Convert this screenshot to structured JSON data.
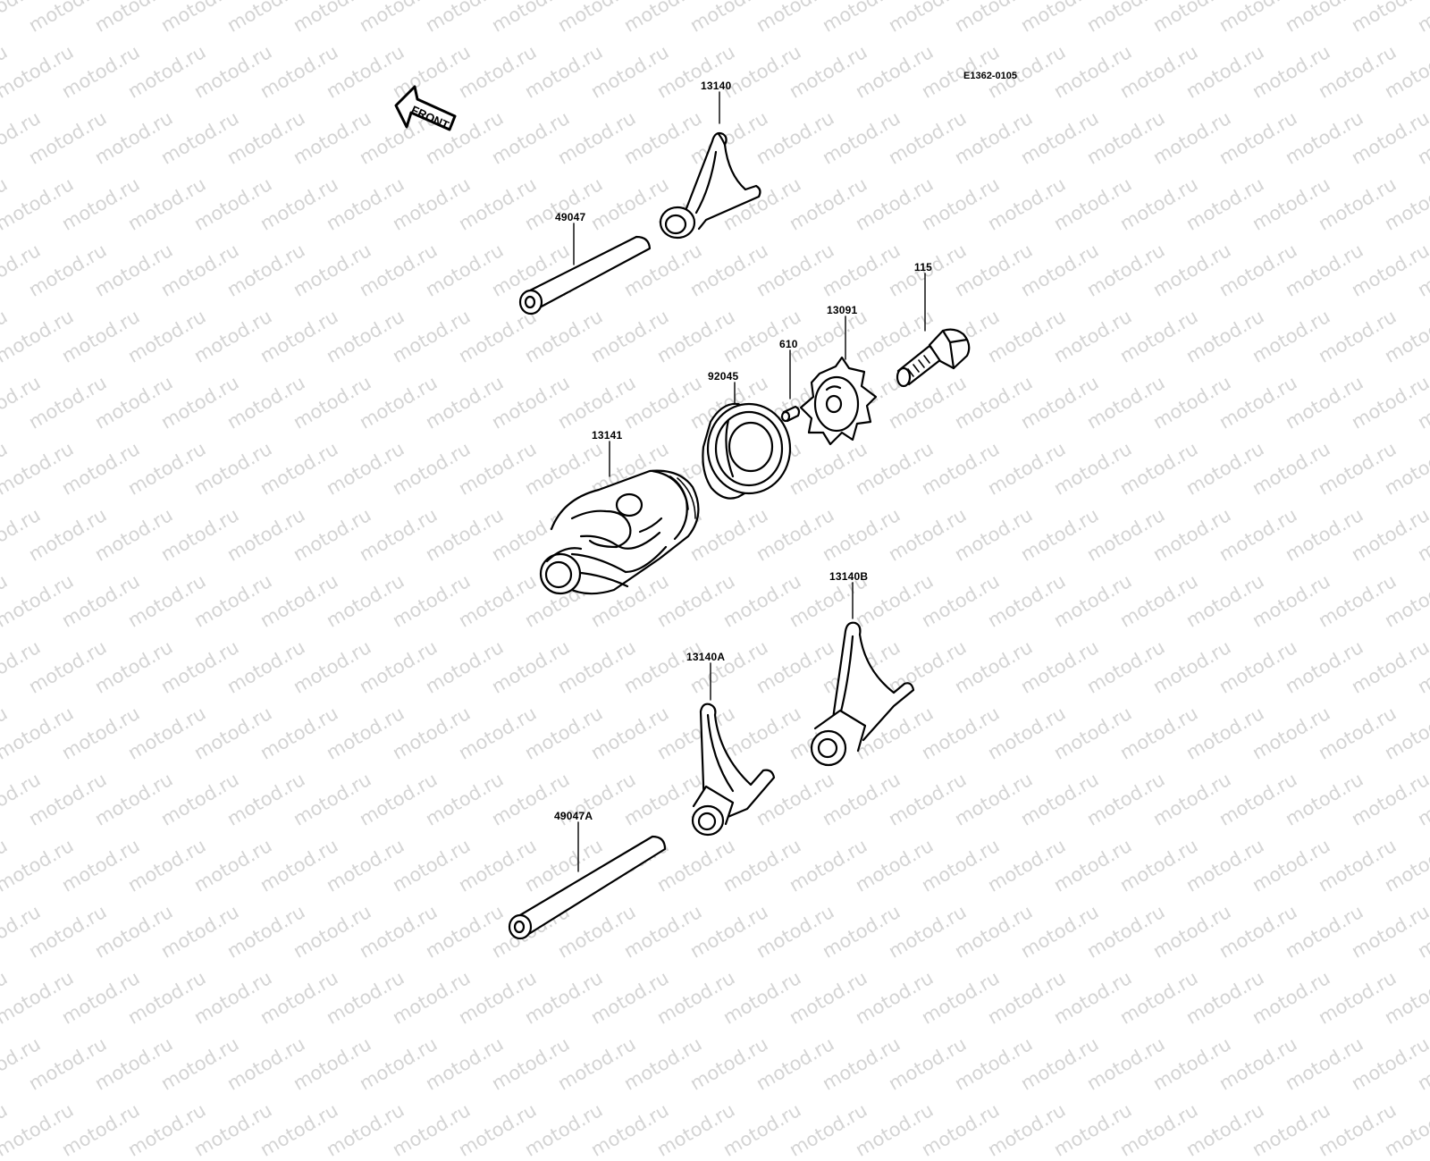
{
  "diagram": {
    "reference_code": "E1362-0105",
    "direction_badge": "FRONT",
    "watermark_text": "motod.ru",
    "ink_color": "#000000",
    "watermark_color": "#d4d4d4",
    "parts": [
      {
        "id": "13140",
        "label": "13140",
        "icon": "shift-fork-icon"
      },
      {
        "id": "49047",
        "label": "49047",
        "icon": "shift-rod-icon"
      },
      {
        "id": "115",
        "label": "115",
        "icon": "bolt-icon"
      },
      {
        "id": "13091",
        "label": "13091",
        "icon": "star-plate-icon"
      },
      {
        "id": "610",
        "label": "610",
        "icon": "pin-icon"
      },
      {
        "id": "92045",
        "label": "92045",
        "icon": "ball-bearing-icon"
      },
      {
        "id": "13141",
        "label": "13141",
        "icon": "shift-drum-icon"
      },
      {
        "id": "13140B",
        "label": "13140B",
        "icon": "shift-fork-icon"
      },
      {
        "id": "13140A",
        "label": "13140A",
        "icon": "shift-fork-icon"
      },
      {
        "id": "49047A",
        "label": "49047A",
        "icon": "shift-rod-icon"
      }
    ]
  }
}
